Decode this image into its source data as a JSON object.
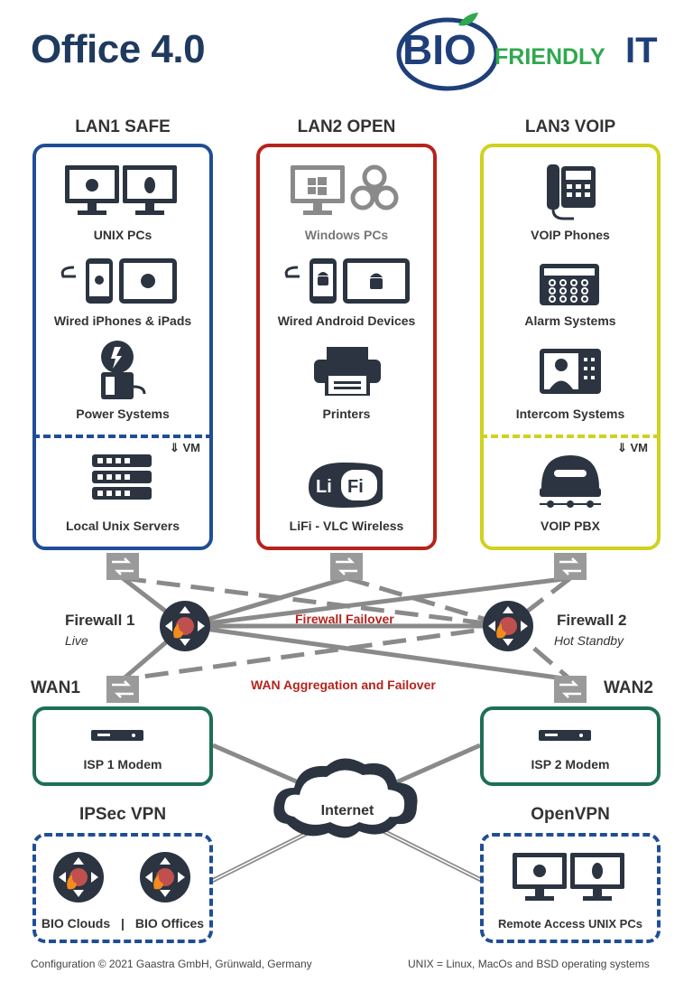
{
  "title": "Office 4.0",
  "logo": {
    "bio": "BIO",
    "friendly": "FRIENDLY",
    "it": "IT"
  },
  "lans": [
    {
      "title": "LAN1 SAFE",
      "items": [
        "UNIX PCs",
        "Wired iPhones & iPads",
        "Power Systems",
        "Local Unix Servers"
      ],
      "vm": "VM"
    },
    {
      "title": "LAN2 OPEN",
      "items": [
        "Windows PCs",
        "Wired Android Devices",
        "Printers",
        "LiFi - VLC Wireless"
      ]
    },
    {
      "title": "LAN3 VOIP",
      "items": [
        "VOIP Phones",
        "Alarm Systems",
        "Intercom Systems",
        "VOIP PBX"
      ],
      "vm": "VM"
    }
  ],
  "firewalls": {
    "fw1": {
      "name": "Firewall 1",
      "status": "Live"
    },
    "fw2": {
      "name": "Firewall 2",
      "status": "Hot Standby"
    },
    "failover": "Firewall Failover",
    "wan_agg": "WAN Aggregation and Failover"
  },
  "wan": {
    "wan1": "WAN1",
    "wan2": "WAN2",
    "isp1": "ISP 1 Modem",
    "isp2": "ISP 2 Modem"
  },
  "internet": "Internet",
  "vpn": {
    "ipsec": "IPSec VPN",
    "bio_clouds": "BIO Clouds",
    "sep": "|",
    "bio_offices": "BIO Offices",
    "openvpn": "OpenVPN",
    "remote": "Remote Access UNIX PCs"
  },
  "footer": {
    "left": "Configuration © 2021 Gaastra GmbH, Grünwald, Germany",
    "right": "UNIX = Linux, MacOs and BSD operating systems"
  },
  "colors": {
    "lan1": "#1f4e96",
    "lan2": "#b5231c",
    "lan3": "#cfd21e",
    "wan": "#1e6f57",
    "vpn": "#1f4e96",
    "firewall": "#2b3440",
    "switch": "#9a9a9a",
    "accent_red": "#b5231c"
  }
}
